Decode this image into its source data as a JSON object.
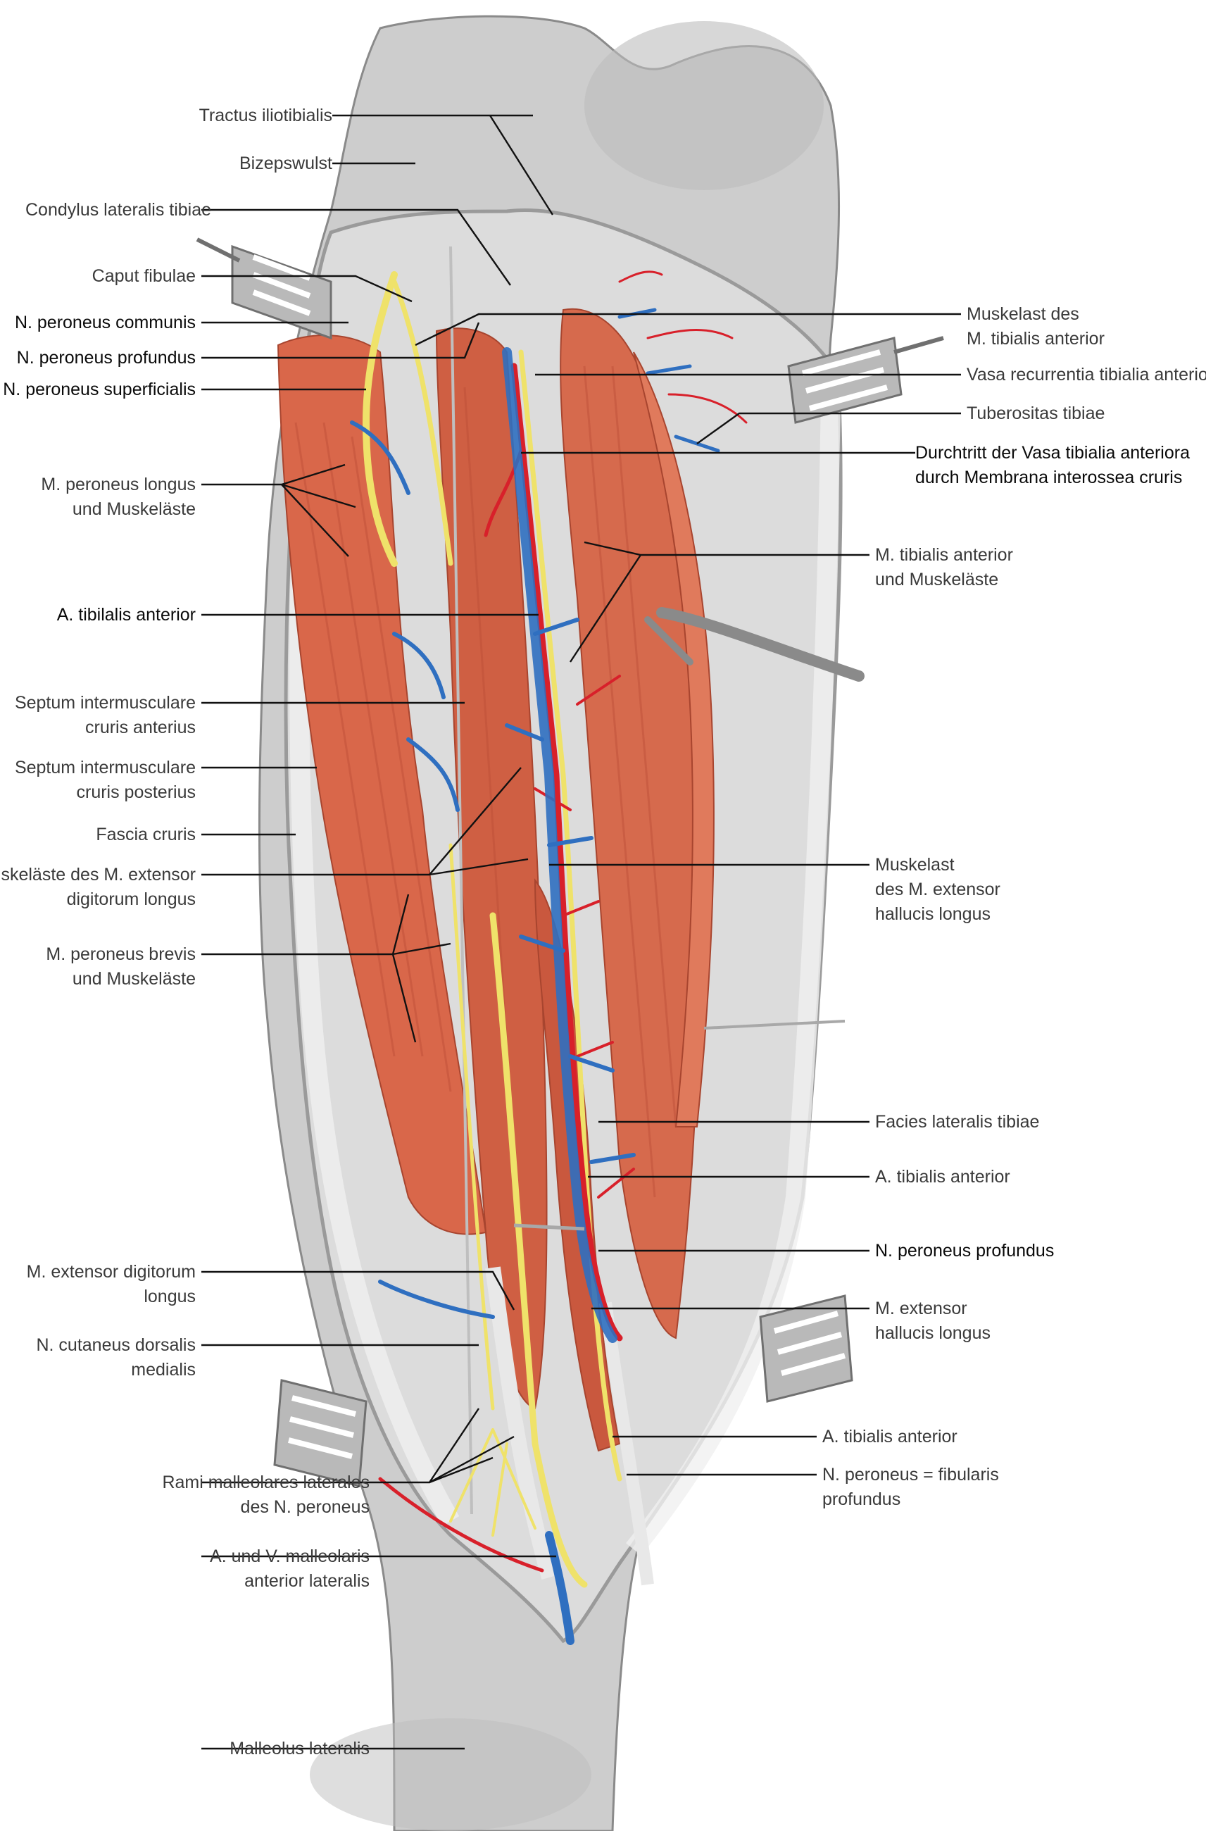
{
  "figure": {
    "colors": {
      "background": "#ffffff",
      "skin": "#c9c9c9",
      "fascia": "#d6d6d6",
      "muscle": "#d9674a",
      "muscle_dark": "#b84b34",
      "nerve": "#efe26a",
      "artery": "#d8202a",
      "vein": "#2f6fc0",
      "leader_line": "#111111"
    },
    "icons": [
      "retractor-icon",
      "forceps-icon"
    ]
  },
  "labels": {
    "tractus_iliotibialis": "Tractus iliotibialis",
    "bizepswulst": "Bizepswulst",
    "condylus_lateralis_tibiae": "Condylus lateralis tibiae",
    "caput_fibulae": "Caput fibulae",
    "n_peroneus_communis": "N. peroneus communis",
    "n_peroneus_profundus_top": "N. peroneus profundus",
    "n_peroneus_superficialis": "N. peroneus superficialis",
    "m_peroneus_longus_1": "M. peroneus longus",
    "m_peroneus_longus_2": "und Muskeläste",
    "a_tibilalis_anterior": "A. tibilalis anterior",
    "septum_ant_1": "Septum intermusculare",
    "septum_ant_2": "cruris anterius",
    "septum_post_1": "Septum intermusculare",
    "septum_post_2": "cruris posterius",
    "fascia_cruris": "Fascia cruris",
    "muskelaeste_edl_1": "Muskeläste des M. extensor",
    "muskelaeste_edl_2": "digitorum longus",
    "m_peroneus_brevis_1": "M. peroneus brevis",
    "m_peroneus_brevis_2": "und Muskeläste",
    "m_edl_1": "M. extensor digitorum",
    "m_edl_2": "longus",
    "n_cutaneus_1": "N. cutaneus dorsalis",
    "n_cutaneus_2": "medialis",
    "rami_malleolares_1": "Rami malleolares laterales",
    "rami_malleolares_2": "des N. peroneus",
    "a_v_malleolaris_1": "A. und V. malleolaris",
    "a_v_malleolaris_2": "anterior lateralis",
    "malleolus_lateralis": "Malleolus lateralis",
    "muskelast_ta_1": "Muskelast des",
    "muskelast_ta_2": "M. tibialis anterior",
    "vasa_recurrentia": "Vasa recurrentia tibialia anteriora",
    "tuberositas_tibiae": "Tuberositas tibiae",
    "durchtritt_1": "Durchtritt der Vasa tibialia anteriora",
    "durchtritt_2": "durch Membrana interossea cruris",
    "m_tibialis_anterior_1": "M. tibialis anterior",
    "m_tibialis_anterior_2": "und Muskeläste",
    "muskelast_ehl_1": "Muskelast",
    "muskelast_ehl_2": "des M. extensor",
    "muskelast_ehl_3": "hallucis longus",
    "facies_lateralis": "Facies lateralis tibiae",
    "a_tibialis_anterior_mid": "A. tibialis anterior",
    "n_peroneus_profundus_mid": "N. peroneus profundus",
    "m_ehl_1": "M. extensor",
    "m_ehl_2": "hallucis longus",
    "a_tibialis_anterior_low": "A. tibialis anterior",
    "n_peroneus_fibularis_1": "N. peroneus = fibularis",
    "n_peroneus_fibularis_2": "profundus"
  }
}
